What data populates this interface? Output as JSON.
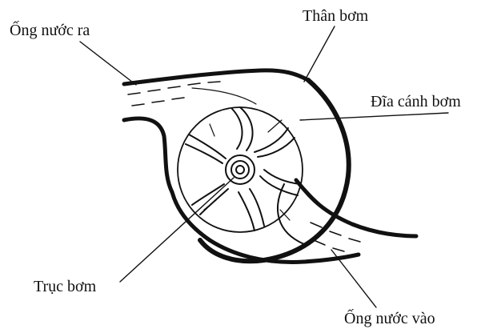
{
  "diagram": {
    "labels": {
      "outlet_pipe": "Ống nước ra",
      "pump_housing": "Thân bơm",
      "impeller_disk": "Đĩa cánh bơm",
      "pump_shaft": "Trục bơm",
      "inlet_pipe": "Ống nước vào"
    },
    "colors": {
      "line": "#111111",
      "background": "#ffffff"
    }
  }
}
